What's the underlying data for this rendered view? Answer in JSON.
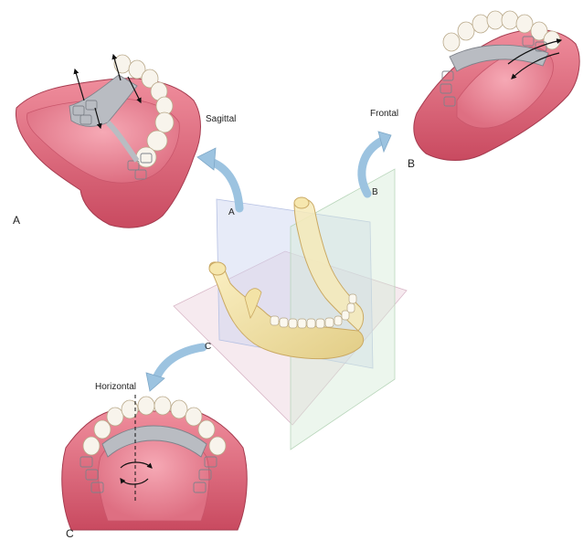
{
  "labels": {
    "panel_a": "A",
    "panel_b": "B",
    "panel_c": "C",
    "plane_a": "A",
    "plane_b": "B",
    "plane_c": "C",
    "sagittal": "Sagittal",
    "frontal": "Frontal",
    "horizontal": "Horizontal"
  },
  "colors": {
    "gum": "#e06b7e",
    "gum_dark": "#c24a5f",
    "palate": "#ec8a99",
    "tooth": "#f7f3ec",
    "framework": "#b9bcc2",
    "framework_dark": "#7e828a",
    "bone": "#f3e3a6",
    "bone_dark": "#d8c27a",
    "plane_blue": "#c9d3ef",
    "plane_green": "#d5ead6",
    "plane_pink": "#ead0dc",
    "arrow_blue": "#9cc3e0"
  }
}
